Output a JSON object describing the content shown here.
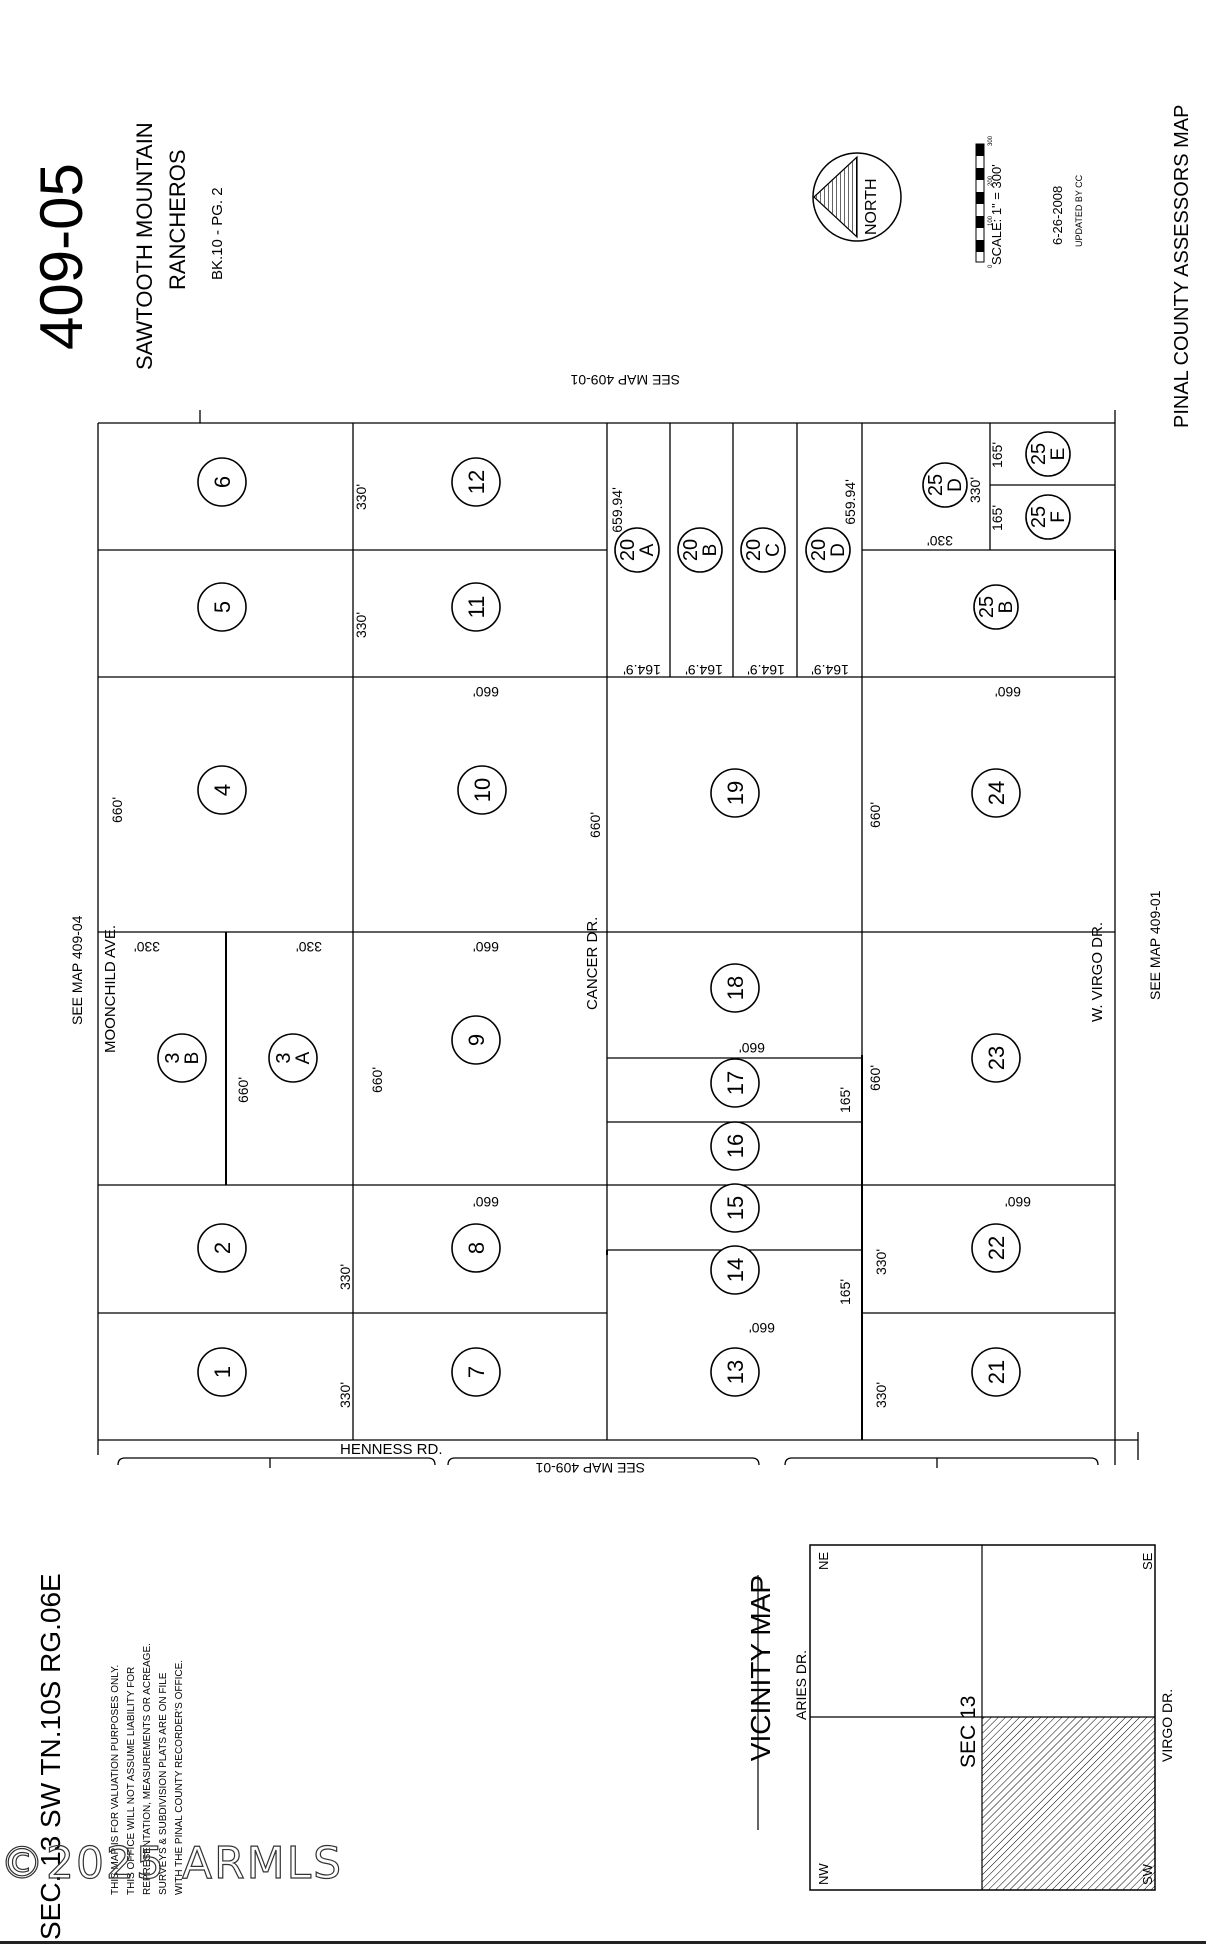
{
  "header": {
    "map_number": "409-05",
    "subdivision_line1": "SAWTOOTH MOUNTAIN",
    "subdivision_line2": "RANCHEROS",
    "book_page": "BK.10 - PG. 2",
    "assessor_title": "PINAL COUNTY ASSESSORS MAP",
    "north_label": "NORTH",
    "scale_label": "SCALE: 1\" = 300'",
    "scale_ticks": [
      "0",
      "100",
      "200",
      "300"
    ],
    "date": "6-26-2008",
    "updated_by": "UPDATED BY CC"
  },
  "section": {
    "label": "SEC. 13 SW TN.10S RG.06E"
  },
  "disclaimer": {
    "lines": [
      "THIS MAP IS FOR VALUATION PURPOSES ONLY.",
      "THIS OFFICE WILL NOT ASSUME LIABILITY FOR",
      "REPRESENTATION, MEASUREMENTS OR ACREAGE.",
      "SURVEYS & SUBDIVISION PLATS ARE ON FILE",
      "WITH THE PINAL COUNTY RECORDER'S OFFICE."
    ]
  },
  "references": {
    "top": "SEE MAP 409-01",
    "bottom": "SEE MAP 409-01",
    "left": "SEE MAP 409-04",
    "right": "SEE MAP 409-01"
  },
  "streets": {
    "mooncild": "MOONCHILD AVE.",
    "cancer": "CANCER DR.",
    "virgo": "W. VIRGO DR.",
    "henness": "HENNESS RD."
  },
  "lots": [
    {
      "id": "lot-1",
      "label": "1"
    },
    {
      "id": "lot-2",
      "label": "2"
    },
    {
      "id": "lot-3a",
      "label": "3",
      "sub": "A"
    },
    {
      "id": "lot-3b",
      "label": "3",
      "sub": "B"
    },
    {
      "id": "lot-4",
      "label": "4"
    },
    {
      "id": "lot-5",
      "label": "5"
    },
    {
      "id": "lot-6",
      "label": "6"
    },
    {
      "id": "lot-7",
      "label": "7"
    },
    {
      "id": "lot-8",
      "label": "8"
    },
    {
      "id": "lot-9",
      "label": "9"
    },
    {
      "id": "lot-10",
      "label": "10"
    },
    {
      "id": "lot-11",
      "label": "11"
    },
    {
      "id": "lot-12",
      "label": "12"
    },
    {
      "id": "lot-13",
      "label": "13"
    },
    {
      "id": "lot-14",
      "label": "14"
    },
    {
      "id": "lot-15",
      "label": "15"
    },
    {
      "id": "lot-16",
      "label": "16"
    },
    {
      "id": "lot-17",
      "label": "17"
    },
    {
      "id": "lot-18",
      "label": "18"
    },
    {
      "id": "lot-19",
      "label": "19"
    },
    {
      "id": "lot-20a",
      "label": "20",
      "sub": "A"
    },
    {
      "id": "lot-20b",
      "label": "20",
      "sub": "B"
    },
    {
      "id": "lot-20c",
      "label": "20",
      "sub": "C"
    },
    {
      "id": "lot-20d",
      "label": "20",
      "sub": "D"
    },
    {
      "id": "lot-21",
      "label": "21"
    },
    {
      "id": "lot-22",
      "label": "22"
    },
    {
      "id": "lot-23",
      "label": "23"
    },
    {
      "id": "lot-24",
      "label": "24"
    },
    {
      "id": "lot-25b",
      "label": "25",
      "sub": "B"
    },
    {
      "id": "lot-25d",
      "label": "25",
      "sub": "D"
    },
    {
      "id": "lot-25e",
      "label": "25",
      "sub": "E"
    },
    {
      "id": "lot-25f",
      "label": "25",
      "sub": "F"
    }
  ],
  "dimensions": {
    "d330": "330'",
    "d660": "660'",
    "d165": "165'",
    "d659": "659.94'",
    "d164": "164.9'"
  },
  "vicinity": {
    "title": "VICINITY MAP",
    "sec": "SEC 13",
    "aries": "ARIES DR.",
    "virgo": "VIRGO DR.",
    "ne": "NE",
    "nw": "NW",
    "se": "SE",
    "sw": "SW"
  },
  "watermark": "©2025 ARMLS"
}
